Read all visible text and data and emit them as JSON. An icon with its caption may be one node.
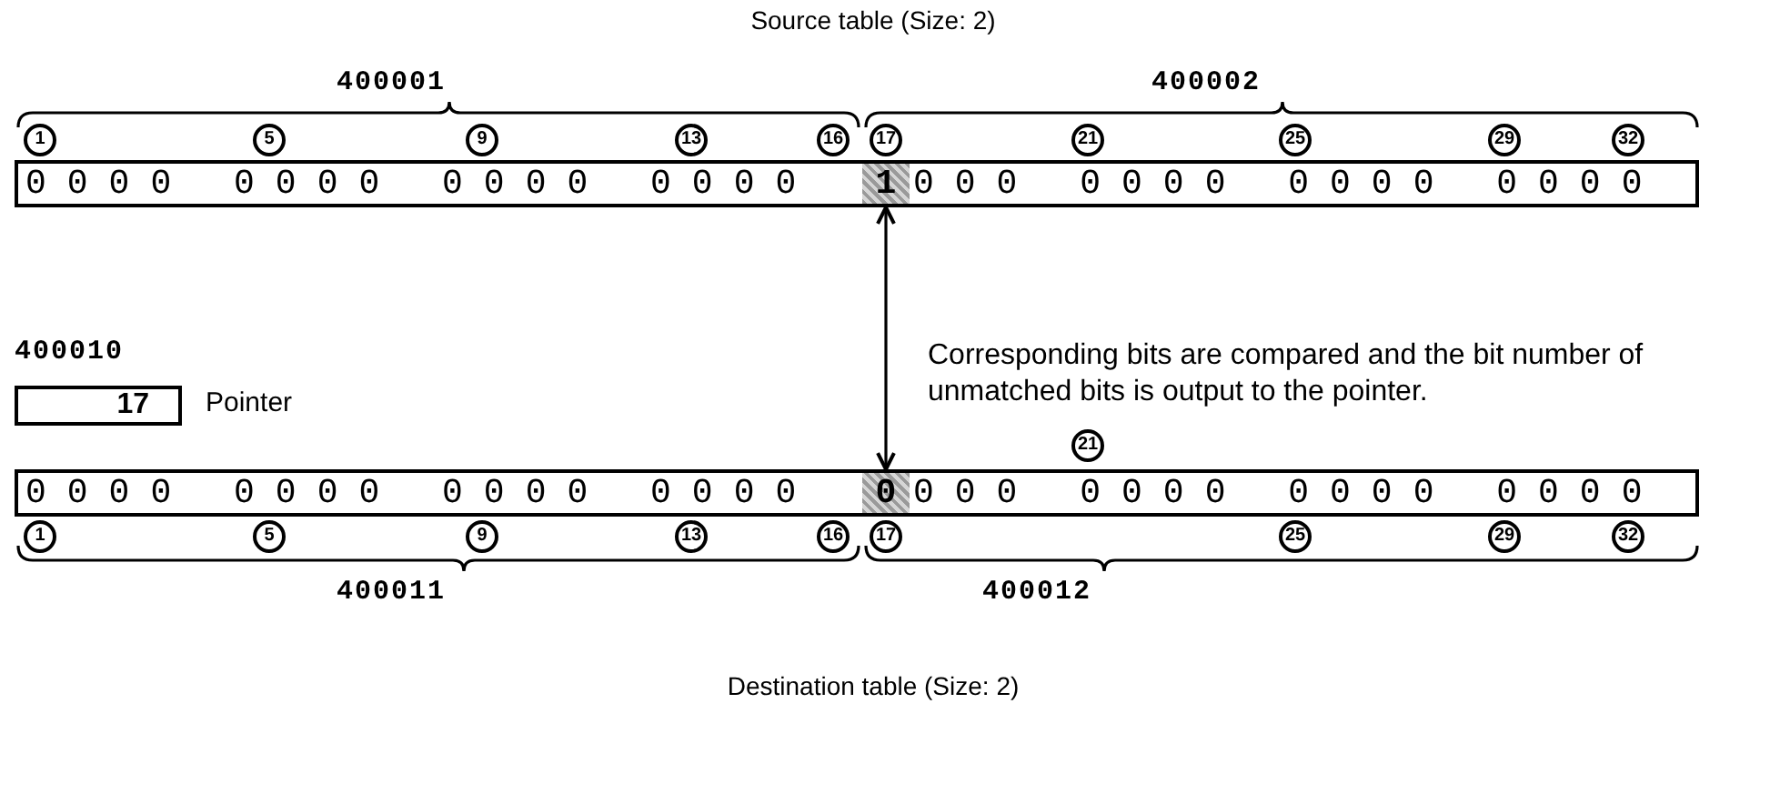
{
  "diagram": {
    "nodes": [
      {
        "text": [],
        "shape": "bar"
      },
      {
        "text": [
          "0000 0000 0000 0000"
        ],
        "in": 0
      },
      {
        "text": [
          "1"
        ],
        "in": 0
      },
      {
        "text": [
          "000 0000 0000 0000"
        ],
        "in": 0
      },
      {
        "text": [],
        "shape": "bar"
      },
      {
        "text": [
          "0000 0000 0000 0000"
        ],
        "in": 4
      },
      {
        "text": [
          "0"
        ],
        "in": 4
      },
      {
        "text": [
          "000 0000 0000 0000"
        ],
        "in": 4
      },
      {
        "text": [
          "400010",
          "17"
        ],
        "beside": [
          "Pointer"
        ]
      }
    ],
    "edges": [
      {
        "from": 2,
        "to": 6,
        "arrow": "both"
      }
    ],
    "labels": [
      "Source table (Size: 2)",
      "400001",
      "400002",
      "1",
      "5",
      "9",
      "13",
      "16",
      "17",
      "21",
      "25",
      "29",
      "32",
      "Corresponding bits are compared and the bit number of unmatched bits is output to the pointer.",
      "21",
      "1",
      "5",
      "9",
      "13",
      "16",
      "17",
      "25",
      "29",
      "32",
      "400011",
      "400012",
      "Destination table (Size: 2)"
    ]
  }
}
